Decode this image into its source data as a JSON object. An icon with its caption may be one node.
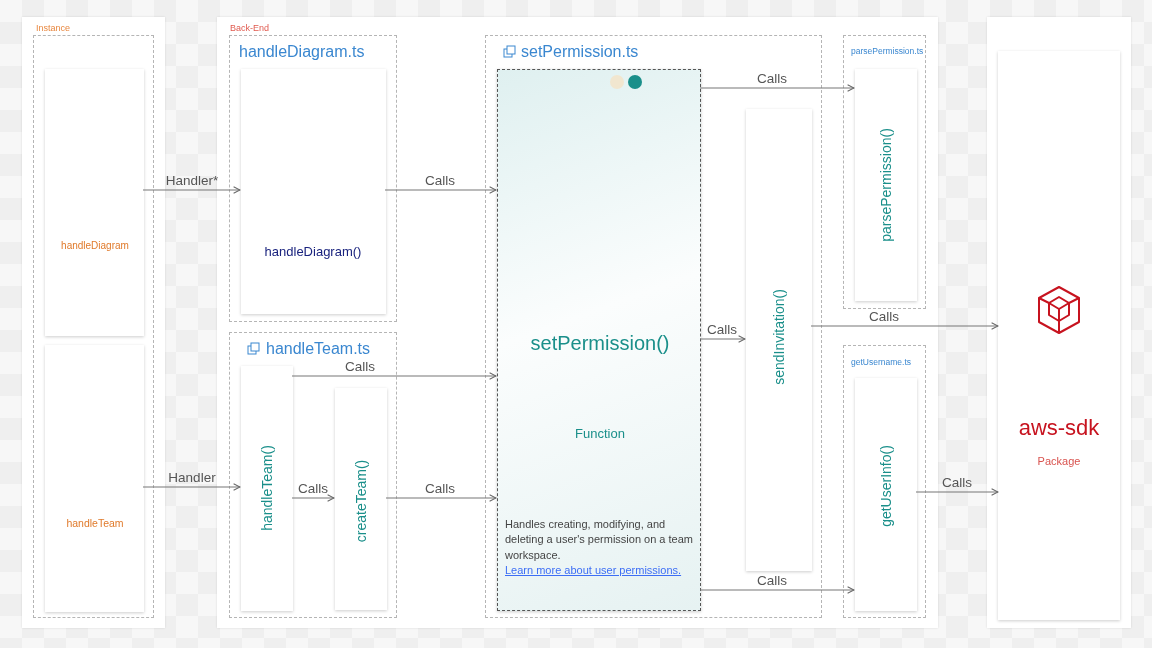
{
  "diagram": {
    "nodes": [
      {
        "text": [
          "Instance"
        ]
      },
      {
        "text": [],
        "shape": "box",
        "in": 0
      },
      {
        "text": [
          "handleDiagram"
        ],
        "in": 1
      },
      {
        "text": [
          "handleTeam"
        ],
        "in": 1
      },
      {
        "text": [
          "Back-End"
        ]
      },
      {
        "text": [
          "handleDiagram.ts"
        ],
        "in": 4
      },
      {
        "text": [
          "handleDiagram()"
        ],
        "in": 5
      },
      {
        "text": [
          "handleTeam.ts"
        ],
        "in": 4
      },
      {
        "text": [
          "handleTeam()"
        ],
        "in": 7
      },
      {
        "text": [
          "createTeam()"
        ],
        "in": 7
      },
      {
        "text": [
          "setPermission.ts"
        ],
        "in": 4
      },
      {
        "text": [
          "setPermission()",
          "Function",
          "Handles creating, modifying, and deleting a user's permission on a team workspace.",
          "Learn more about user permissions."
        ],
        "in": 10
      },
      {
        "text": [
          "sendInvitation()"
        ],
        "in": 10
      },
      {
        "text": [
          "parsePermission.ts"
        ],
        "in": 4
      },
      {
        "text": [
          "parsePermission()"
        ],
        "in": 13
      },
      {
        "text": [
          "getUsername.ts"
        ],
        "in": 4
      },
      {
        "text": [
          "getUserInfo()"
        ],
        "in": 15
      },
      {
        "text": [],
        "shape": "box"
      },
      {
        "text": [
          "aws-sdk",
          "Package"
        ],
        "in": 17
      }
    ],
    "edges": [
      {
        "from": 2,
        "to": 6,
        "arrow": "to",
        "label": "Handler*"
      },
      {
        "from": 6,
        "to": 11,
        "arrow": "to",
        "label": "Calls"
      },
      {
        "from": 3,
        "to": 8,
        "arrow": "to",
        "label": "Handler"
      },
      {
        "from": 8,
        "to": 11,
        "arrow": "to",
        "label": "Calls"
      },
      {
        "from": 8,
        "to": 9,
        "arrow": "to",
        "label": "Calls"
      },
      {
        "from": 9,
        "to": 11,
        "arrow": "to",
        "label": "Calls"
      },
      {
        "from": 11,
        "to": 14,
        "arrow": "to",
        "label": "Calls"
      },
      {
        "from": 11,
        "to": 12,
        "arrow": "to",
        "label": "Calls"
      },
      {
        "from": 12,
        "to": 18,
        "arrow": "to",
        "label": "Calls"
      },
      {
        "from": 11,
        "to": 16,
        "arrow": "to",
        "label": "Calls"
      },
      {
        "from": 16,
        "to": 18,
        "arrow": "to",
        "label": "Calls"
      }
    ]
  }
}
